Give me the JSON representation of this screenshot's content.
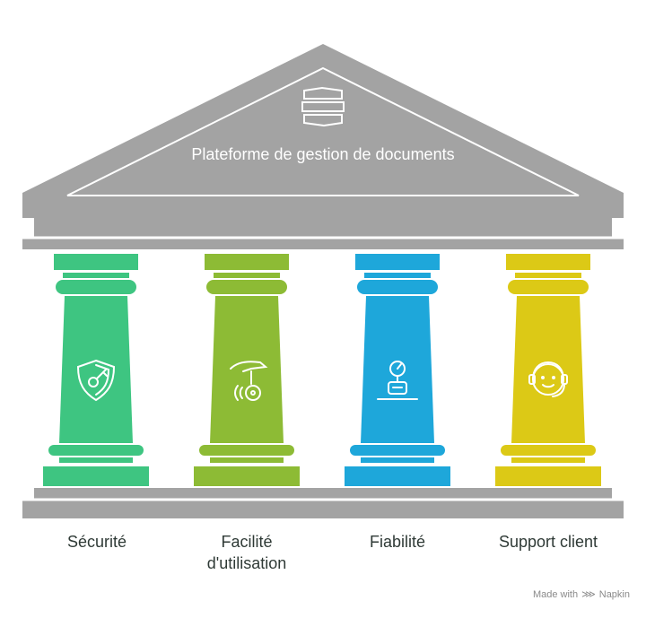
{
  "roof": {
    "title": "Plateforme de gestion de documents",
    "icon": "server-stack-icon"
  },
  "pillars": [
    {
      "label": "Sécurité",
      "icon": "shield-key-icon",
      "color": "#3ec581"
    },
    {
      "label": "Facilité d'utilisation",
      "icon": "hand-wheel-icon",
      "color": "#8dbb35"
    },
    {
      "label": "Fiabilité",
      "icon": "gauge-icon",
      "color": "#1ea7da"
    },
    {
      "label": "Support client",
      "icon": "headset-icon",
      "color": "#dcc916"
    }
  ],
  "colors": {
    "stone": "#a3a3a3",
    "stone_edge": "#ffffff"
  },
  "footer": {
    "made_with": "Made with",
    "brand": "Napkin"
  }
}
